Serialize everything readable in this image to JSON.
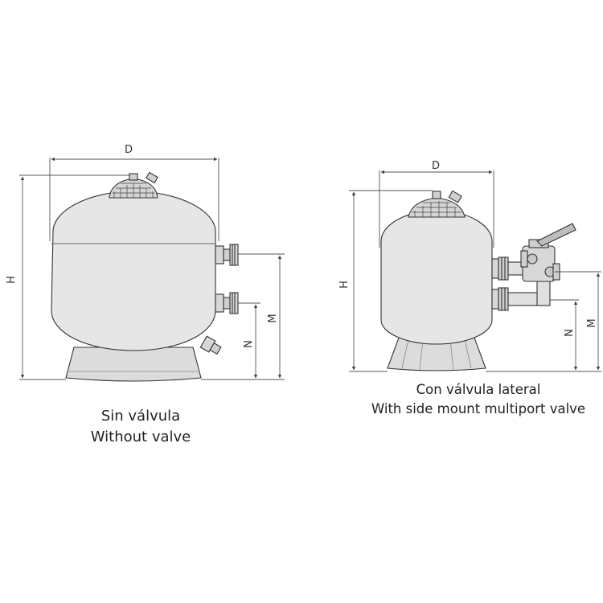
{
  "left_figure": {
    "dim_d": "D",
    "dim_h": "H",
    "dim_m": "M",
    "dim_n": "N",
    "caption_es": "Sin válvula",
    "caption_en": "Without valve"
  },
  "right_figure": {
    "dim_d": "D",
    "dim_h": "H",
    "dim_m": "M",
    "dim_n": "N",
    "caption_es": "Con válvula lateral",
    "caption_en": "With side mount multiport valve"
  },
  "colors": {
    "tank_fill": "#e6e6e6",
    "outline": "#333333",
    "dimension_line": "#555555"
  }
}
